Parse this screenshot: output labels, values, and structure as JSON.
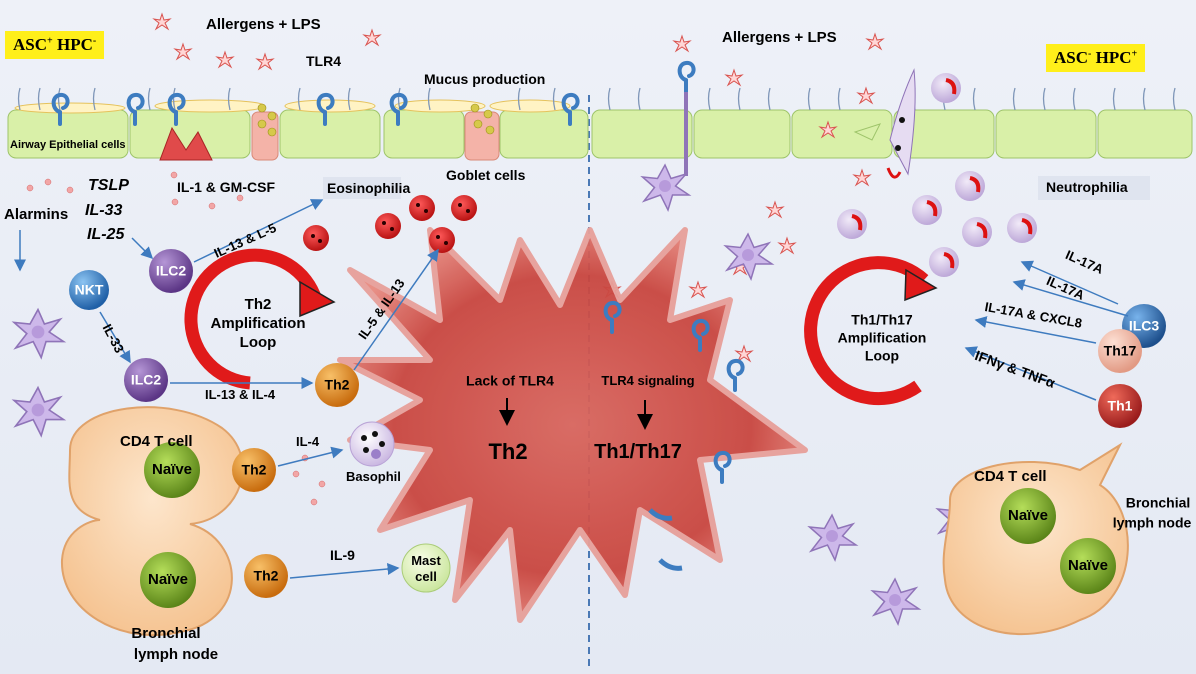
{
  "banners": {
    "left_prefix": "ASC",
    "left_sup1": "+",
    "left_mid": " HPC",
    "left_sup2": "-",
    "right_prefix": "ASC",
    "right_sup1": "-",
    "right_mid": " HPC",
    "right_sup2": "+"
  },
  "top": {
    "allergens_left": "Allergens + LPS",
    "allergens_right": "Allergens + LPS",
    "tlr4": "TLR4",
    "mucus": "Mucus production",
    "epithelial": "Airway Epithelial cells",
    "goblet": "Goblet cells"
  },
  "left": {
    "il1_gmcsf": "IL-1 & GM-CSF",
    "eosinophilia": "Eosinophilia",
    "tslp": "TSLP",
    "il33": "IL-33",
    "il25": "IL-25",
    "alarmins": "Alarmins",
    "nkt": "NKT",
    "il33_b": "IL-33",
    "ilc2_top": "ILC2",
    "ilc2_bottom": "ILC2",
    "il13_l5": "IL-13 & L-5",
    "il5_il13": "IL-5 & IL-13",
    "il13_il4": "IL-13 & IL-4",
    "loop_line1": "Th2",
    "loop_line2": "Amplification",
    "loop_line3": "Loop",
    "th2_mid": "Th2",
    "il4": "IL-4",
    "basophil": "Basophil",
    "th2_basophil": "Th2",
    "th2_mast": "Th2",
    "il9": "IL-9",
    "mast_line1": "Mast",
    "mast_line2": "cell",
    "cd4": "CD4 T cell",
    "naive_top": "Naïve",
    "naive_bottom": "Naïve",
    "lymph_line1": "Bronchial",
    "lymph_line2": "lymph node"
  },
  "center": {
    "lack_tlr4": "Lack of TLR4",
    "th2_big": "Th2",
    "tlr4_signaling": "TLR4 signaling",
    "th1th17_big": "Th1/Th17"
  },
  "right": {
    "neutrophilia": "Neutrophilia",
    "il17a_1": "IL-17A",
    "il17a_2": "IL-17A",
    "il17a_cxcl8": "IL-17A & CXCL8",
    "ifng_tnfa": "IFNγ & TNFα",
    "ilc3": "ILC3",
    "th17": "Th17",
    "th1": "Th1",
    "loop_line1": "Th1/Th17",
    "loop_line2": "Amplification",
    "loop_line3": "Loop",
    "cd4": "CD4 T cell",
    "naive_top": "Naïve",
    "naive_bottom": "Naïve",
    "lymph_line1": "Bronchial",
    "lymph_line2": "lymph node"
  },
  "colors": {
    "ilc2": "#7a4fa6",
    "nkt": "#2f7fc9",
    "th2": "#e08a1a",
    "th17": "#f2b9a5",
    "th1": "#c02a2a",
    "ilc3": "#2c6db2",
    "naive": "#7ab02a",
    "loop_red": "#e01a1a",
    "banner": "#ffef1a",
    "epithelium": "#d9f0a8"
  }
}
